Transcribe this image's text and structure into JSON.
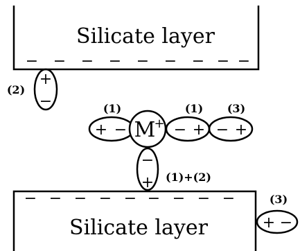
{
  "silicate_layers": {
    "top": {
      "label": "Silicate layer",
      "surface_charge": "−"
    },
    "bottom": {
      "label": "Silicate layer",
      "surface_charge": "−"
    }
  },
  "cation": {
    "symbol": "M",
    "charge": "+"
  },
  "dipoles": {
    "surface_top": {
      "label": "(2)",
      "pos": "+",
      "neg": "−"
    },
    "left": {
      "label": "(1)",
      "pos": "+",
      "neg": "−"
    },
    "right_inner": {
      "label": "(1)",
      "pos": "+",
      "neg": "−"
    },
    "right_outer": {
      "label": "(3)",
      "pos": "+",
      "neg": "−"
    },
    "below": {
      "label": "(1)+(2)",
      "pos": "+",
      "neg": "−"
    },
    "far_right": {
      "label": "(3)",
      "pos": "+",
      "neg": "−"
    }
  }
}
